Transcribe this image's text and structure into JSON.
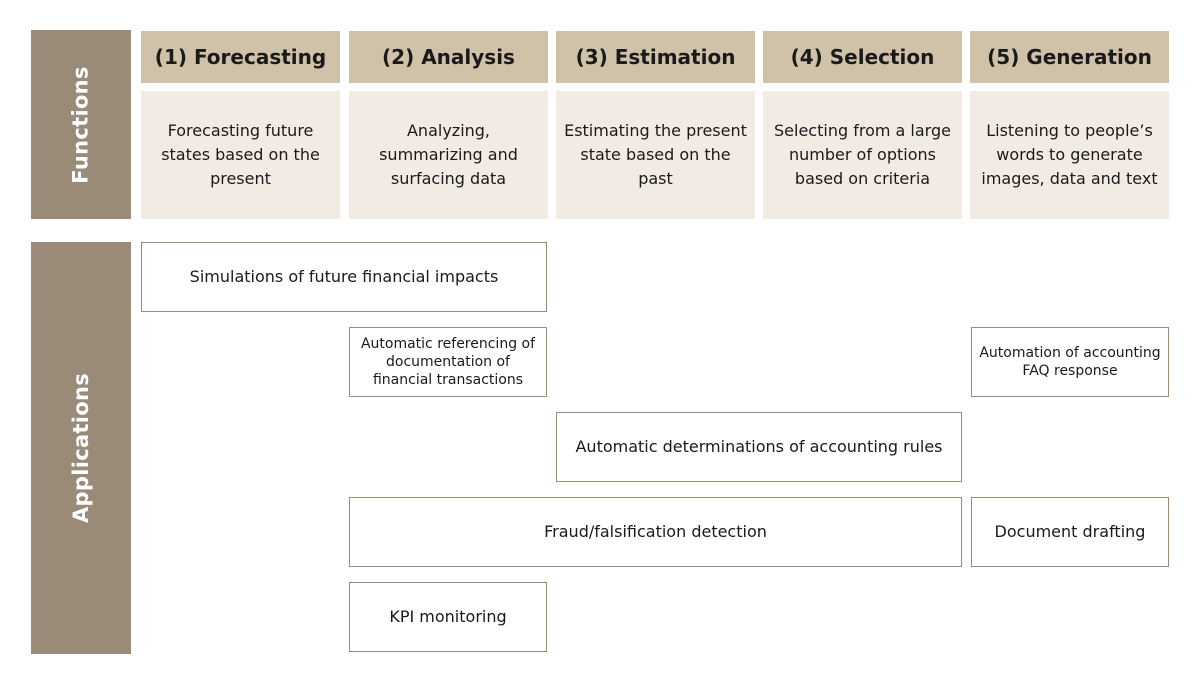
{
  "side_labels": {
    "functions": "Functions",
    "applications": "Applications"
  },
  "functions": [
    {
      "title": "(1) Forecasting",
      "description": "Forecasting future states based on the present"
    },
    {
      "title": "(2) Analysis",
      "description": "Analyzing, summarizing and surfacing data"
    },
    {
      "title": "(3) Estimation",
      "description": "Estimating the present state based on the past"
    },
    {
      "title": "(4) Selection",
      "description": "Selecting from a large number of options based on criteria"
    },
    {
      "title": "(5) Generation",
      "description": "Listening to people’s words to generate images, data and text"
    }
  ],
  "applications": {
    "simulations": "Simulations of future financial impacts",
    "referencing": "Automatic referencing of documentation of financial transactions",
    "faq": "Automation of accounting FAQ response",
    "rules": "Automatic determinations of accounting rules",
    "fraud": "Fraud/falsification detection",
    "drafting": "Document drafting",
    "kpi": "KPI monitoring"
  },
  "colors": {
    "side_label_bg": "#9a8a78",
    "header_bg": "#d0c2a8",
    "description_bg": "#f2ebe3",
    "box_border": "#9a8a78"
  }
}
